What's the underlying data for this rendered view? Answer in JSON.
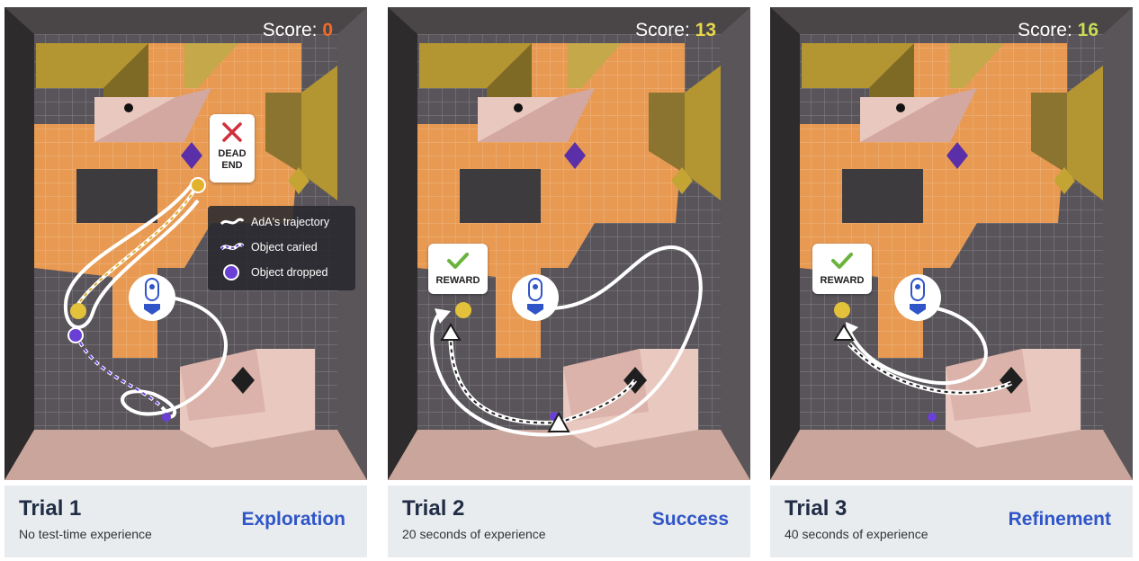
{
  "panels": [
    {
      "score_label": "Score:",
      "score_value": "0",
      "score_color": "#f26a2a",
      "trial": "Trial 1",
      "subtitle": "No test-time experience",
      "tag": "Exploration",
      "callout": {
        "type": "dead-end",
        "icon": "cross-icon",
        "line1": "DEAD",
        "line2": "END"
      }
    },
    {
      "score_label": "Score:",
      "score_value": "13",
      "score_color": "#e8d84a",
      "trial": "Trial 2",
      "subtitle": "20 seconds of experience",
      "tag": "Success",
      "callout": {
        "type": "reward",
        "icon": "check-icon",
        "line1": "REWARD"
      }
    },
    {
      "score_label": "Score:",
      "score_value": "16",
      "score_color": "#c6dd55",
      "trial": "Trial 3",
      "subtitle": "40 seconds of experience",
      "tag": "Refinement",
      "callout": {
        "type": "reward",
        "icon": "check-icon",
        "line1": "REWARD"
      }
    }
  ],
  "legend": {
    "items": [
      {
        "icon": "trajectory-line-icon",
        "label": "AdA's trajectory"
      },
      {
        "icon": "object-carried-line-icon",
        "label": "Object caried"
      },
      {
        "icon": "object-dropped-dot-icon",
        "label": "Object dropped"
      }
    ]
  },
  "colors": {
    "floor_orange": "#e89a52",
    "floor_gray": "#58545a",
    "wall_pink": "#e9c8c0",
    "wall_olive": "#b39532",
    "caption_bg": "#e9ecef",
    "tag_blue": "#2f55c8",
    "object_purple": "#6a3fd6",
    "reward_green": "#6bb33e",
    "dead_end_red": "#d0303d"
  }
}
